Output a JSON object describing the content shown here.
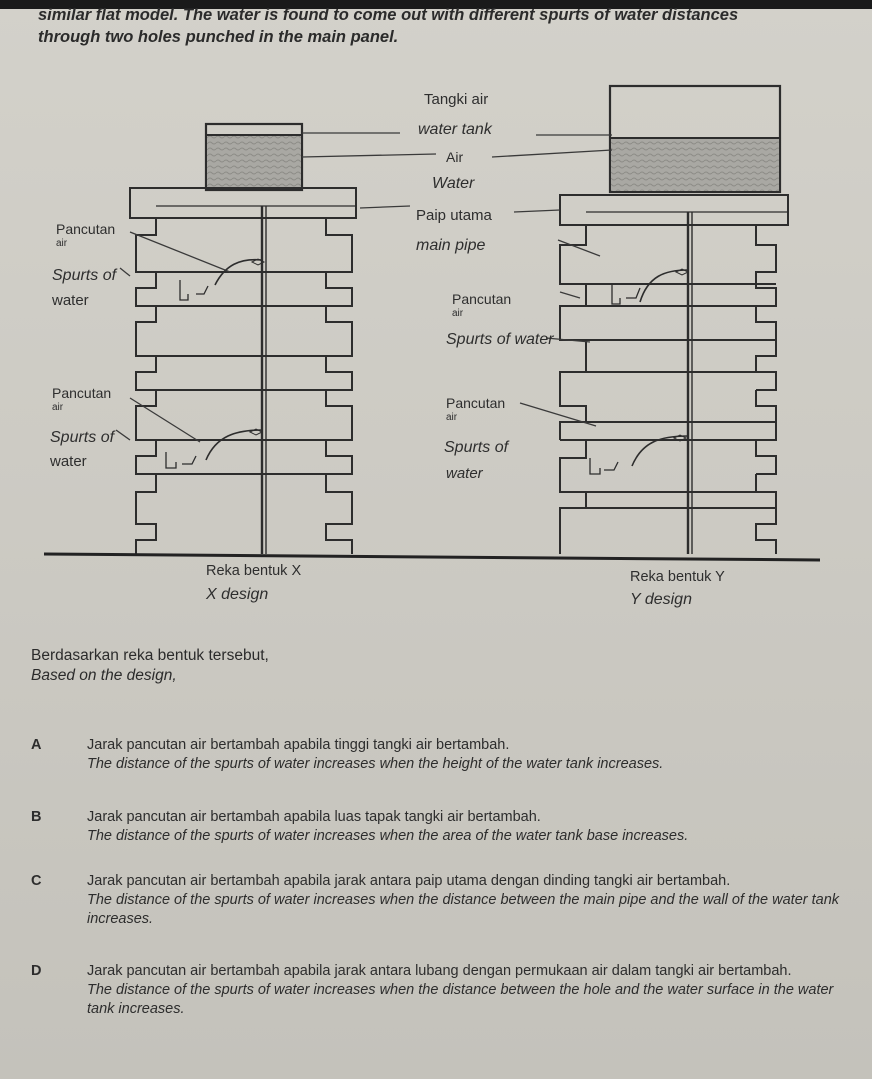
{
  "intro": {
    "line1": "similar flat model. The water is found to come out with different spurts of water distances",
    "line2": "through two holes punched in the main panel."
  },
  "diagram": {
    "labels": {
      "tank_ms": "Tangki air",
      "tank_en": "water tank",
      "air": "Air",
      "water": "Water",
      "pipe_ms": "Paip utama",
      "pipe_en": "main pipe",
      "pancutan": "Pancutan",
      "air_small": "air",
      "spurts_of": "Spurts of",
      "water_word": "water",
      "spurts_of_water": "Spurts of water"
    },
    "design_x": {
      "ms": "Reka bentuk X",
      "en": "X design"
    },
    "design_y": {
      "ms": "Reka bentuk Y",
      "en": "Y design"
    }
  },
  "question": {
    "ms": "Berdasarkan reka bentuk tersebut,",
    "en": "Based on the design,"
  },
  "options": [
    {
      "letter": "A",
      "ms": "Jarak pancutan air bertambah apabila  tinggi tangki air bertambah.",
      "en": "The distance of the spurts of water increases when the height of the water tank increases."
    },
    {
      "letter": "B",
      "ms": "Jarak pancutan air bertambah apabila luas tapak tangki air bertambah.",
      "en": "The distance of the spurts of water increases when the area of the water tank base increases."
    },
    {
      "letter": "C",
      "ms": "Jarak pancutan air bertambah apabila jarak antara paip utama dengan dinding tangki air bertambah.",
      "en": "The distance of the spurts of water increases when the distance between the main pipe and the wall of the water tank increases."
    },
    {
      "letter": "D",
      "ms": "Jarak pancutan air bertambah apabila jarak antara lubang dengan permukaan air dalam tangki air bertambah.",
      "en": "The distance of the spurts of water increases when the distance between the hole and the water surface in the water tank increases."
    }
  ]
}
